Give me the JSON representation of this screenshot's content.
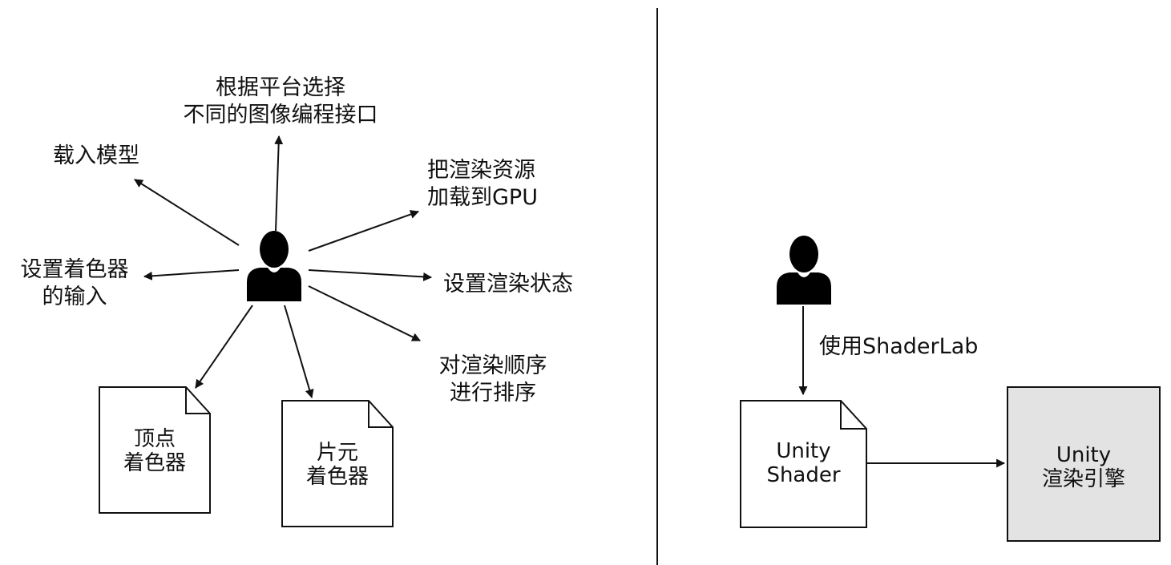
{
  "left_panel": {
    "labels": {
      "platform": [
        "根据平台选择",
        "不同的图像编程接口"
      ],
      "load_model": [
        "载入模型"
      ],
      "load_gpu": [
        "把渲染资源",
        "加载到GPU"
      ],
      "shader_input": [
        "设置着色器",
        "的输入"
      ],
      "render_state": [
        "设置渲染状态"
      ],
      "render_order": [
        "对渲染顺序",
        "进行排序"
      ]
    },
    "documents": {
      "vertex_shader": [
        "顶点",
        "着色器"
      ],
      "fragment_shader": [
        "片元",
        "着色器"
      ]
    }
  },
  "right_panel": {
    "edge_label": "使用ShaderLab",
    "unity_shader": [
      "Unity",
      "Shader"
    ],
    "render_engine": [
      "Unity",
      "渲染引擎"
    ]
  },
  "colors": {
    "stroke": "#111111",
    "engine_fill": "#e3e3e3",
    "background": "#ffffff"
  }
}
